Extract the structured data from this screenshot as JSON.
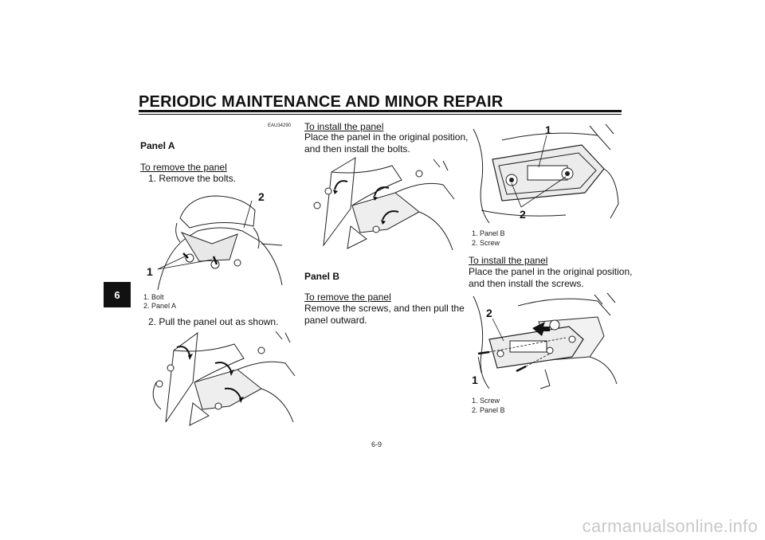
{
  "page": {
    "header": "PERIODIC MAINTENANCE AND MINOR REPAIR",
    "chapter_tab": "6",
    "page_number": "6-9",
    "watermark": "carmanualsonline.info"
  },
  "col1": {
    "code": "EAU34290",
    "heading": "Panel A",
    "remove_title": "To remove the panel",
    "step1": "1. Remove the bolts.",
    "fig1_callouts": [
      "1",
      "2"
    ],
    "fig1_caption": [
      "1. Bolt",
      "2. Panel A"
    ],
    "step2": "2. Pull the panel out as shown."
  },
  "col2": {
    "install_title": "To install the panel",
    "install_text_1": "Place the panel in the original position,",
    "install_text_2": "and then install the bolts.",
    "heading": "Panel B",
    "remove_title": "To remove the panel",
    "remove_text_1": "Remove the screws, and then pull the",
    "remove_text_2": "panel outward."
  },
  "col3": {
    "fig1_callouts": [
      "1",
      "2"
    ],
    "fig1_caption": [
      "1. Panel B",
      "2. Screw"
    ],
    "install_title": "To install the panel",
    "install_text_1": "Place the panel in the original position,",
    "install_text_2": "and then install the screws.",
    "fig2_callouts": [
      "2",
      "1"
    ],
    "fig2_caption": [
      "1. Screw",
      "2. Panel B"
    ]
  }
}
